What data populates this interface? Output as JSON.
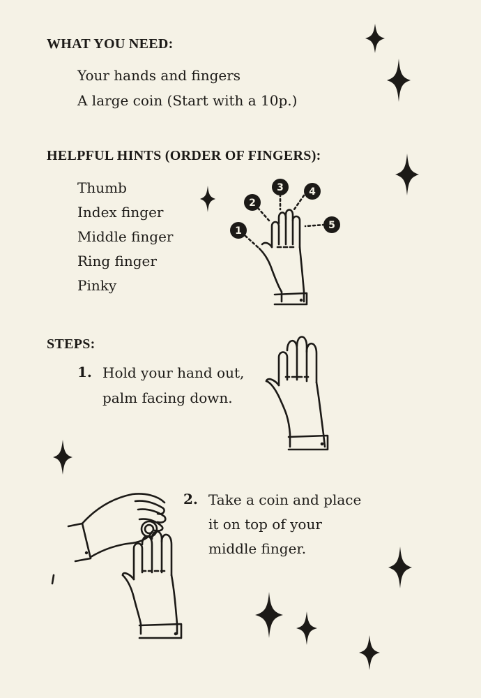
{
  "what_you_need": {
    "heading": "WHAT YOU NEED:",
    "items": [
      "Your hands and fingers",
      "A large coin (Start with a 10p.)"
    ]
  },
  "helpful_hints": {
    "heading": "HELPFUL HINTS (ORDER OF FINGERS):",
    "fingers": [
      "Thumb",
      "Index finger",
      "Middle finger",
      "Ring finger",
      "Pinky"
    ],
    "finger_numbers": [
      "1",
      "2",
      "3",
      "4",
      "5"
    ]
  },
  "steps": {
    "heading": "STEPS:",
    "items": [
      {
        "number": "1.",
        "lines": [
          "Hold your hand out,",
          "palm facing down."
        ]
      },
      {
        "number": "2.",
        "lines": [
          "Take a coin and place",
          "it on top of your",
          "middle finger."
        ]
      }
    ]
  },
  "decorations": {
    "icon": "four-point-star-icon",
    "ink_color": "#1c1a17",
    "paper_color": "#f5f2e6"
  }
}
